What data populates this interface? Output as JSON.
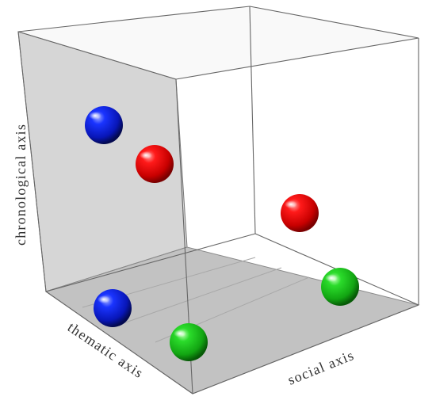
{
  "axes": {
    "vertical": "chronological axis",
    "depth": "thematic axis",
    "horizontal": "social axis"
  },
  "colors": {
    "back_wall": "#d9d9d9",
    "left_wall": "#d2d2d2",
    "floor": "#c2c2c2",
    "edge": "#555555",
    "red": "#e00000",
    "blue": "#0a1fd6",
    "green": "#15c21a"
  },
  "spheres": [
    {
      "id": "blue-upper",
      "color": "blue"
    },
    {
      "id": "red-upper-left",
      "color": "red"
    },
    {
      "id": "red-right",
      "color": "red"
    },
    {
      "id": "blue-lower",
      "color": "blue"
    },
    {
      "id": "green-front",
      "color": "green"
    },
    {
      "id": "green-right",
      "color": "green"
    }
  ]
}
